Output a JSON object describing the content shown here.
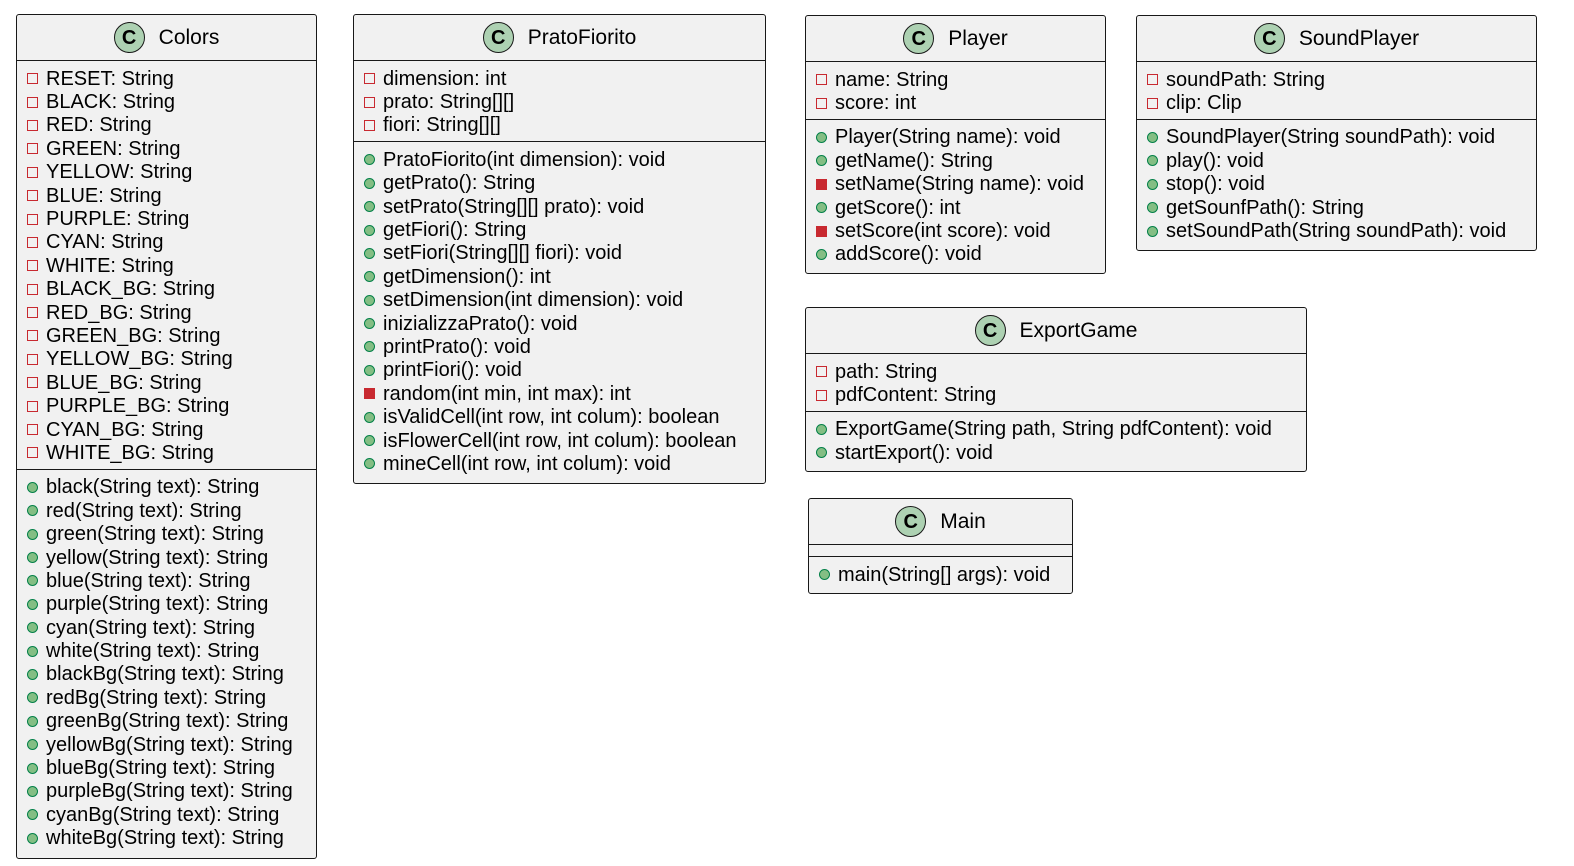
{
  "classes": {
    "colors": {
      "icon_letter": "C",
      "name": "Colors",
      "fields": [
        "RESET: String",
        "BLACK: String",
        "RED: String",
        "GREEN: String",
        "YELLOW: String",
        "BLUE: String",
        "PURPLE: String",
        "CYAN: String",
        "WHITE: String",
        "BLACK_BG: String",
        "RED_BG: String",
        "GREEN_BG: String",
        "YELLOW_BG: String",
        "BLUE_BG: String",
        "PURPLE_BG: String",
        "CYAN_BG: String",
        "WHITE_BG: String"
      ],
      "methods": [
        "black(String text): String",
        "red(String text): String",
        "green(String text): String",
        "yellow(String text): String",
        "blue(String text): String",
        "purple(String text): String",
        "cyan(String text): String",
        "white(String text): String",
        "blackBg(String text): String",
        "redBg(String text): String",
        "greenBg(String text): String",
        "yellowBg(String text): String",
        "blueBg(String text): String",
        "purpleBg(String text): String",
        "cyanBg(String text): String",
        "whiteBg(String text): String"
      ]
    },
    "prato_fiorito": {
      "icon_letter": "C",
      "name": "PratoFiorito",
      "fields": [
        "dimension: int",
        "prato: String[][]",
        "fiori: String[][]"
      ],
      "methods": [
        "PratoFiorito(int dimension): void",
        "getPrato(): String",
        "setPrato(String[][] prato): void",
        "getFiori(): String",
        "setFiori(String[][] fiori): void",
        "getDimension(): int",
        "setDimension(int dimension): void",
        "inizializzaPrato(): void",
        "printPrato(): void",
        "printFiori(): void",
        "random(int min, int max): int",
        "isValidCell(int row, int colum): boolean",
        "isFlowerCell(int row, int colum): boolean",
        "mineCell(int row, int colum): void"
      ]
    },
    "player": {
      "icon_letter": "C",
      "name": "Player",
      "fields": [
        "name: String",
        "score: int"
      ],
      "methods": [
        "Player(String name): void",
        "getName(): String",
        "setName(String name): void",
        "getScore(): int",
        "setScore(int score): void",
        "addScore(): void"
      ]
    },
    "sound_player": {
      "icon_letter": "C",
      "name": "SoundPlayer",
      "fields": [
        "soundPath: String",
        "clip: Clip"
      ],
      "methods": [
        "SoundPlayer(String soundPath): void",
        "play(): void",
        "stop(): void",
        "getSounfPath(): String",
        "setSoundPath(String soundPath): void"
      ]
    },
    "export_game": {
      "icon_letter": "C",
      "name": "ExportGame",
      "fields": [
        "path: String",
        "pdfContent: String"
      ],
      "methods": [
        "ExportGame(String path, String pdfContent): void",
        "startExport(): void"
      ]
    },
    "main": {
      "icon_letter": "C",
      "name": "Main",
      "fields": [],
      "methods": [
        "main(String[] args): void"
      ]
    }
  },
  "visibility": {
    "prato_fiorito_private_methods": [
      10
    ],
    "player_private_methods": [
      2,
      4
    ]
  },
  "colors": {
    "box_fill": "#f1f1f1",
    "border": "#181818",
    "class_icon": "#add1b2",
    "private_marker": "#c82930",
    "public_marker_fill": "#84be84",
    "public_marker_border": "#038048"
  }
}
